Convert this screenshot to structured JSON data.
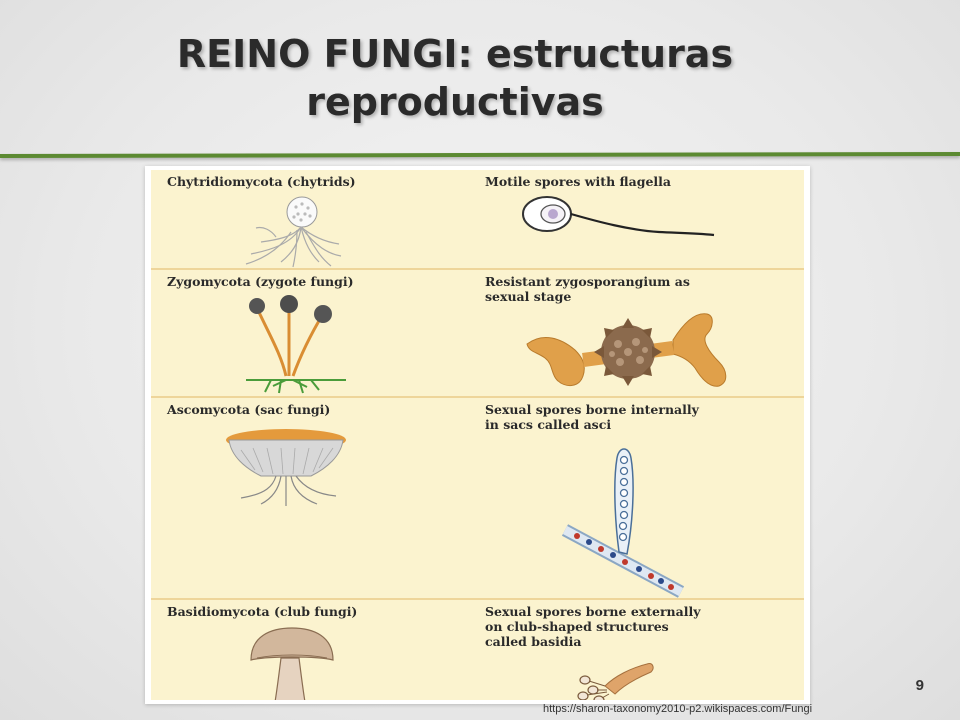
{
  "slide": {
    "title_line1": "REINO FUNGI: estructuras",
    "title_line2": "reproductivas",
    "page_number": "9",
    "source": "https://sharon-taxonomy2010-p2.wikispaces.com/Fungi"
  },
  "figure": {
    "rows": [
      {
        "group": "Chytridiomycota (chytrids)",
        "description": "Motile spores with flagella"
      },
      {
        "group": "Zygomycota (zygote fungi)",
        "description": "Resistant zygosporangium as\nsexual stage"
      },
      {
        "group": "Ascomycota (sac fungi)",
        "description": "Sexual spores borne internally\nin sacs called asci"
      },
      {
        "group": "Basidiomycota (club fungi)",
        "description": "Sexual spores borne externally\non club-shaped structures\ncalled basidia"
      }
    ]
  },
  "colors": {
    "panel_bg": "#fbf3cf",
    "divider": "#eed59a",
    "rule_green": "#5c8a32",
    "hyphae_orange": "#e0a04a"
  }
}
